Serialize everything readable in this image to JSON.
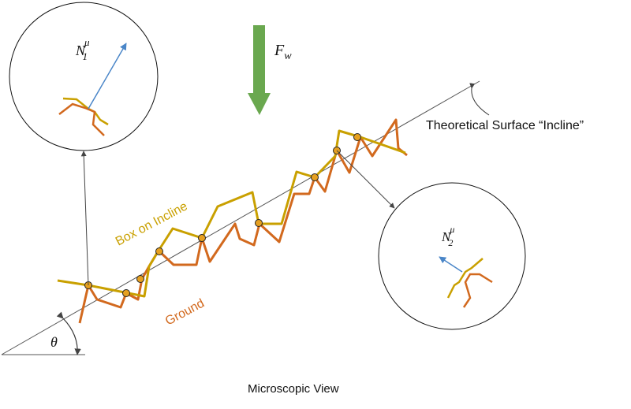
{
  "labels": {
    "force": "F",
    "force_sub": "w",
    "normal1": "N",
    "normal1_sub": "1",
    "normal1_sup": "μ",
    "normal2": "N",
    "normal2_sub": "2",
    "normal2_sup": "μ",
    "surface": "Theoretical Surface  “Incline”",
    "box": "Box on Incline",
    "ground": "Ground",
    "angle": "θ",
    "caption": "Microscopic View"
  },
  "colors": {
    "box": "#c9a000",
    "ground": "#d2691e",
    "force_arrow": "#6aa84f",
    "normal_arrow": "#4a86c8",
    "line": "#555555",
    "contact_fill": "#e6a020"
  }
}
